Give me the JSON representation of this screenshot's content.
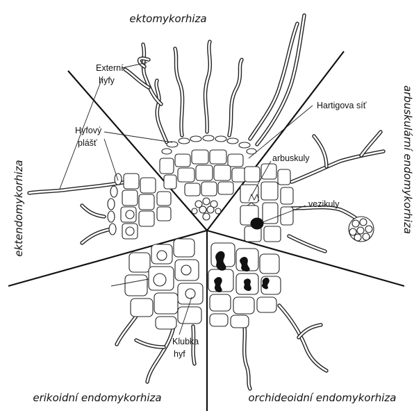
{
  "sectors": [
    {
      "key": "ekto",
      "title": "ektomykorhiza"
    },
    {
      "key": "arbus",
      "title": "arbuskulární endomykorhiza"
    },
    {
      "key": "orchid",
      "title": "orchideoidní endomykorhiza"
    },
    {
      "key": "eriko",
      "title": "erikoidní endomykorhiza"
    },
    {
      "key": "ekten",
      "title": "ektendomykorhiza"
    }
  ],
  "callouts": {
    "externi_hyfy_1": "Externí",
    "externi_hyfy_2": "hyfy",
    "hyfovy_plast_1": "Hyfový",
    "hyfovy_plast_2": "plášť",
    "hartigova_sit": "Hartigova síť",
    "arbuskuly": "arbuskuly",
    "vezikuly": "vezikuly",
    "klubka_hyf_1": "Klubka",
    "klubka_hyf_2": "hyf"
  },
  "colors": {
    "ink": "#111111",
    "background": "#ffffff"
  }
}
